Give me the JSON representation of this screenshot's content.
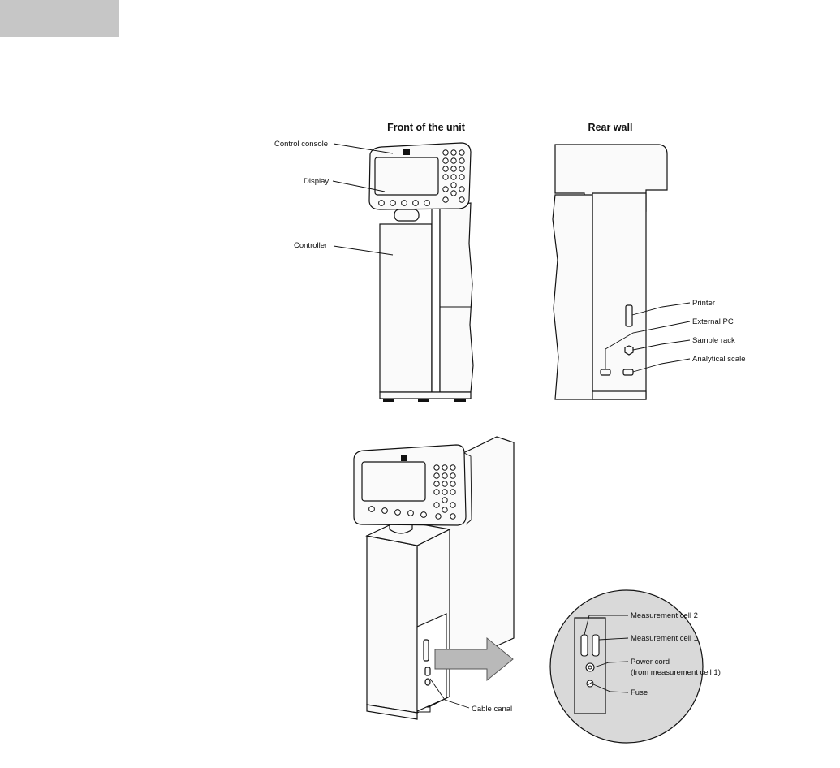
{
  "front": {
    "title": "Front of the unit",
    "labels": {
      "control_console": "Control console",
      "display": "Display",
      "controller": "Controller"
    }
  },
  "rear": {
    "title": "Rear wall",
    "labels": {
      "printer": "Printer",
      "external_pc": "External PC",
      "sample_rack": "Sample rack",
      "analytical_scale": "Analytical scale"
    }
  },
  "iso": {
    "cable_canal": "Cable canal"
  },
  "detail": {
    "measurement_cell_2": "Measurement cell 2",
    "measurement_cell_1": "Measurement cell 1",
    "power_cord": "Power cord",
    "power_cord_note": "(from measurement cell 1)",
    "fuse": "Fuse"
  }
}
